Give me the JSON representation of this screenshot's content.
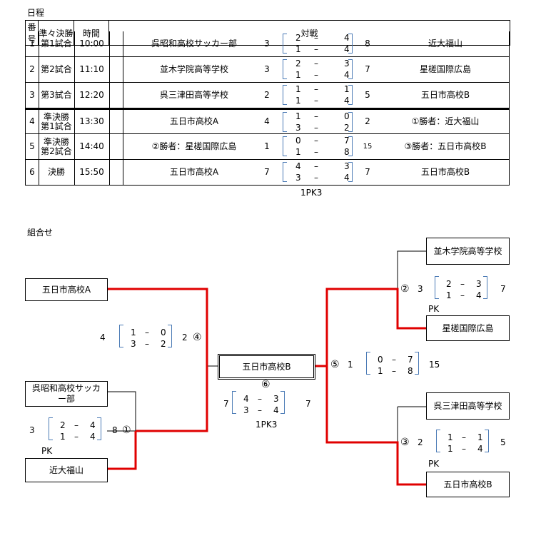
{
  "schedule": {
    "title": "日程",
    "headers": {
      "no": "番号",
      "round": "準々決勝",
      "time": "時間",
      "match": "対戦"
    },
    "rows": [
      {
        "no": "1",
        "round": "第1試合",
        "time": "10:00",
        "left": "呉昭和高校サッカー部",
        "lt": "3",
        "s1": [
          "2",
          "4"
        ],
        "s2": [
          "1",
          "4"
        ],
        "rt": "8",
        "right": "近大福山"
      },
      {
        "no": "2",
        "round": "第2試合",
        "time": "11:10",
        "left": "並木学院高等学校",
        "lt": "3",
        "s1": [
          "2",
          "3"
        ],
        "s2": [
          "1",
          "4"
        ],
        "rt": "7",
        "right": "星槎国際広島"
      },
      {
        "no": "3",
        "round": "第3試合",
        "time": "12:20",
        "left": "呉三津田高等学校",
        "lt": "2",
        "s1": [
          "1",
          "1"
        ],
        "s2": [
          "1",
          "4"
        ],
        "rt": "5",
        "right": "五日市高校B"
      },
      {
        "no": "4",
        "round": "準決勝\n第1試合",
        "time": "13:30",
        "left": "五日市高校A",
        "lt": "4",
        "s1": [
          "1",
          "0"
        ],
        "s2": [
          "3",
          "2"
        ],
        "rt": "2",
        "right": "①勝者：近大福山"
      },
      {
        "no": "5",
        "round": "準決勝\n第2試合",
        "time": "14:40",
        "left": "②勝者：星槎国際広島",
        "lt": "1",
        "s1": [
          "0",
          "7"
        ],
        "s2": [
          "1",
          "8"
        ],
        "rt": "15",
        "right": "③勝者：五日市高校B"
      },
      {
        "no": "6",
        "round": "決勝",
        "time": "15:50",
        "left": "五日市高校A",
        "lt": "7",
        "s1": [
          "4",
          "3"
        ],
        "s2": [
          "3",
          "4"
        ],
        "rt": "7",
        "right": "五日市高校B"
      }
    ],
    "footnote": "1PK3"
  },
  "bracket": {
    "title": "組合せ",
    "teams": {
      "a": "五日市高校A",
      "kure_showa": "呉昭和高校サッカー部",
      "kindai": "近大福山",
      "namiki": "並木学院高等学校",
      "seisa": "星槎国際広島",
      "mitsuda": "呉三津田高等学校",
      "b": "五日市高校B",
      "champion": "五日市高校B"
    },
    "m1": {
      "mark": "①",
      "lt": "3",
      "s1": [
        "2",
        "4"
      ],
      "s2": [
        "1",
        "4"
      ],
      "rt": "8",
      "pk": "PK"
    },
    "m2": {
      "mark": "②",
      "lt": "3",
      "s1": [
        "2",
        "3"
      ],
      "s2": [
        "1",
        "4"
      ],
      "rt": "7",
      "pk": "PK"
    },
    "m3": {
      "mark": "③",
      "lt": "2",
      "s1": [
        "1",
        "1"
      ],
      "s2": [
        "1",
        "4"
      ],
      "rt": "5",
      "pk": "PK"
    },
    "m4": {
      "mark": "④",
      "lt": "4",
      "s1": [
        "1",
        "0"
      ],
      "s2": [
        "3",
        "2"
      ],
      "rt": "2"
    },
    "m5": {
      "mark": "⑤",
      "lt": "1",
      "s1": [
        "0",
        "7"
      ],
      "s2": [
        "1",
        "8"
      ],
      "rt": "15"
    },
    "m6": {
      "mark": "⑥",
      "lt": "7",
      "s1": [
        "4",
        "3"
      ],
      "s2": [
        "3",
        "4"
      ],
      "rt": "7",
      "pk": "1PK3"
    },
    "dash": "–",
    "colors": {
      "win_line": "#e00000",
      "bracket_blue": "#4a7ab5"
    }
  }
}
